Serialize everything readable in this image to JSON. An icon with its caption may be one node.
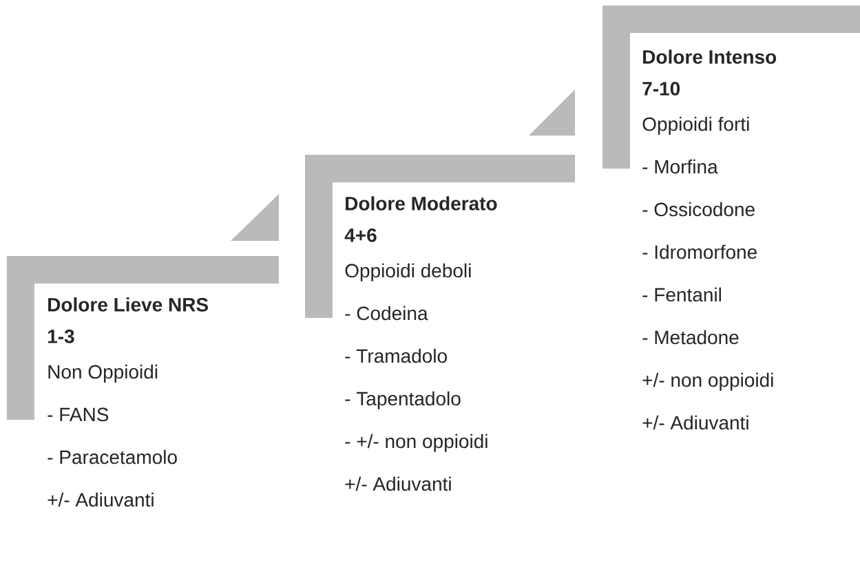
{
  "diagram": {
    "nodes": [
      {
        "text": [
          "Dolore Lieve NRS 1-3",
          "Non Oppioidi",
          "- FANS",
          "- Paracetamolo",
          "+/- Adiuvanti"
        ]
      },
      {
        "text": [
          "Dolore Moderato 4+6",
          "Oppioidi deboli",
          "- Codeina",
          "- Tramadolo",
          "- Tapentadolo",
          "- +/- non oppioidi",
          "+/- Adiuvanti"
        ]
      },
      {
        "text": [
          "Dolore Intenso 7-10",
          "Oppioidi forti",
          "- Morfina",
          "- Ossicodone",
          "- Idromorfone",
          "- Fentanil",
          "- Metadone",
          "+/- non oppioidi",
          "+/- Adiuvanti"
        ]
      }
    ]
  }
}
